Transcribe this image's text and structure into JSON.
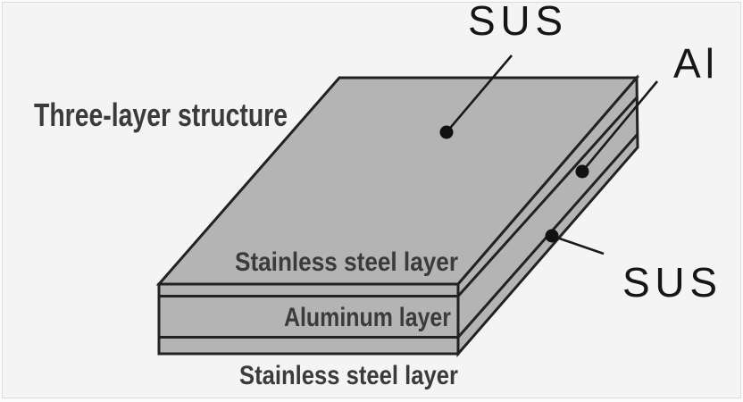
{
  "figure": {
    "title": "Three-layer structure",
    "callouts": {
      "sus_top": "SUS",
      "al_right": "Al",
      "sus_right": "SUS"
    },
    "layer_labels": {
      "top": "Stainless steel layer",
      "middle": "Aluminum layer",
      "bottom": "Stainless steel layer"
    },
    "colors": {
      "canvas_background": "#f4f4f4",
      "outer_background": "#fbfbfb",
      "frame_border": "#dcdcdc",
      "plate_fill": "#b4b4b4",
      "outline_stroke": "#222222",
      "leader_stroke": "#1a1a1a",
      "dot_fill": "#111111",
      "layer_label_text": "#3b3b3b",
      "callout_text": "#161616"
    }
  }
}
